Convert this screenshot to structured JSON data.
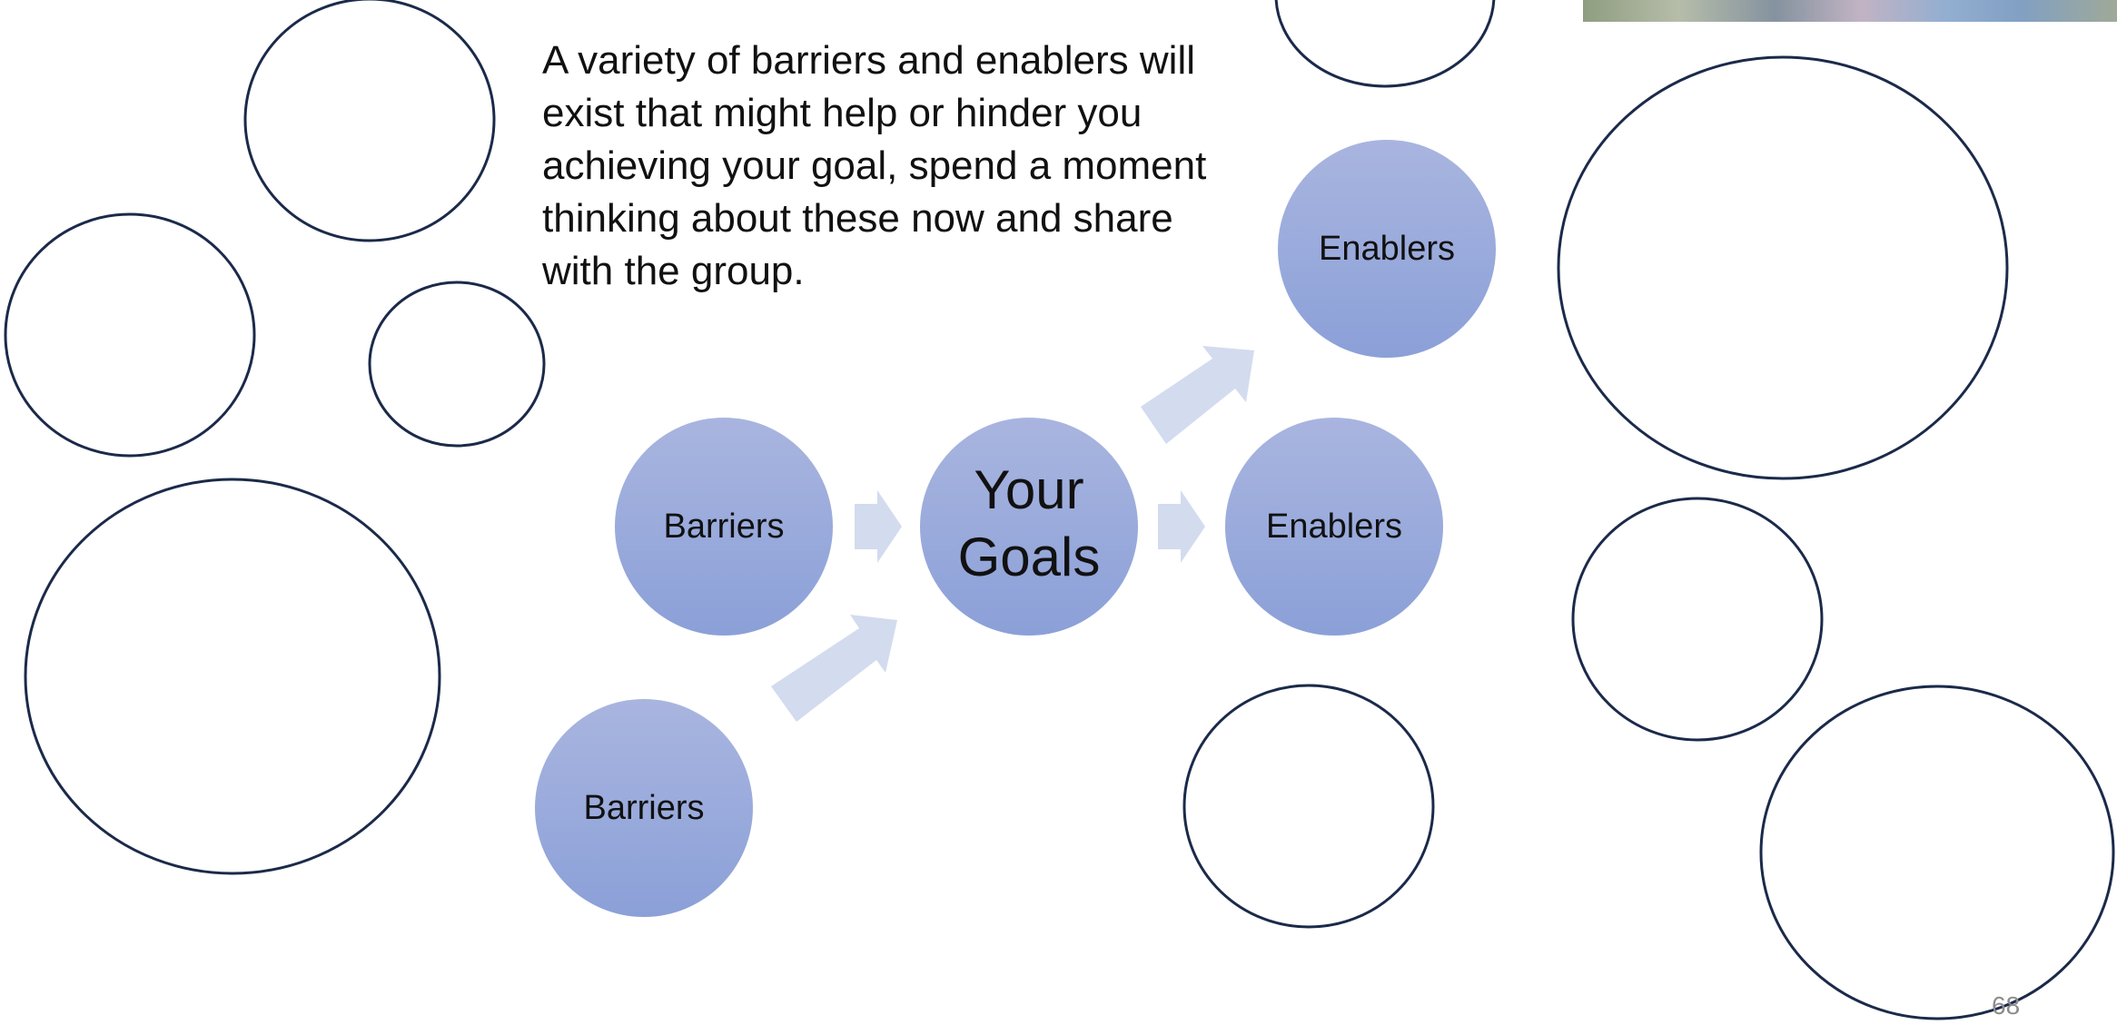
{
  "instruction_text": "A variety of barriers and enablers will exist that might help or hinder you achieving your goal, spend a moment thinking about these now and share with the group.",
  "page_number": "68",
  "nodes": {
    "barriers_1": "Barriers",
    "barriers_2": "Barriers",
    "your_goals_line1": "Your",
    "your_goals_line2": "Goals",
    "enablers_1": "Enablers",
    "enablers_2": "Enablers"
  },
  "colors": {
    "node_fill_top": "#a9b5df",
    "node_fill_bottom": "#8ba0d8",
    "arrow_fill": "#d3dbee",
    "outline_stroke": "#1b2a4a",
    "text": "#111111"
  }
}
